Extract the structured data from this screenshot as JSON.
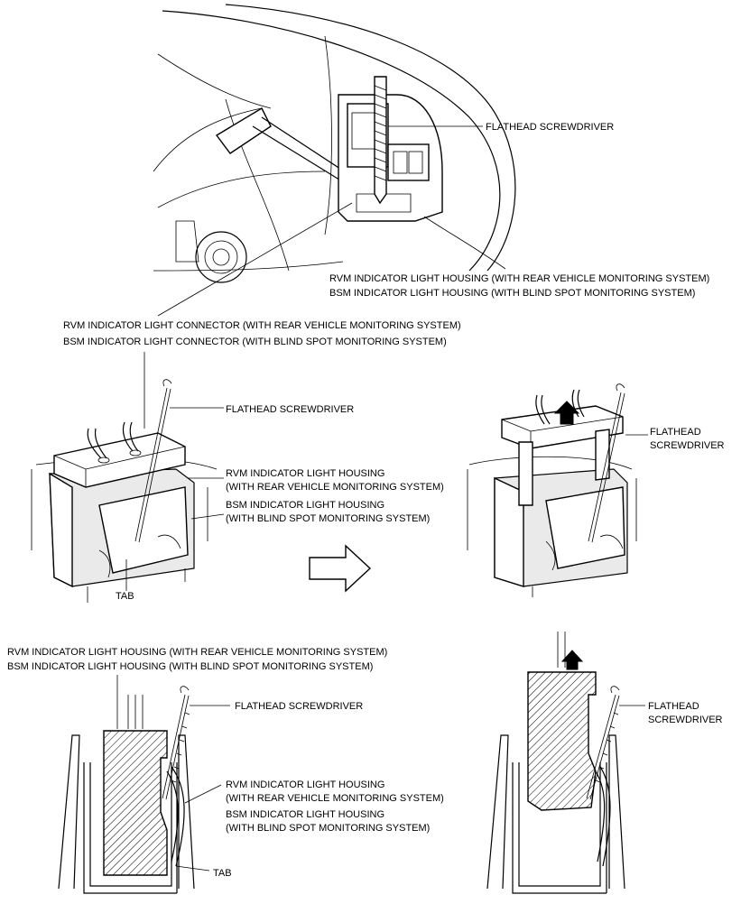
{
  "labels": {
    "top_screwdriver": "FLATHEAD SCREWDRIVER",
    "top_housing_rvm": "RVM INDICATOR LIGHT HOUSING (WITH REAR VEHICLE MONITORING SYSTEM)",
    "top_housing_bsm": "BSM INDICATOR LIGHT HOUSING (WITH BLIND SPOT MONITORING SYSTEM)",
    "connector_rvm": "RVM INDICATOR LIGHT CONNECTOR (WITH REAR VEHICLE MONITORING SYSTEM)",
    "connector_bsm": "BSM INDICATOR LIGHT CONNECTOR (WITH BLIND SPOT MONITORING SYSTEM)",
    "mid_screwdriver": "FLATHEAD SCREWDRIVER",
    "mid_housing_rvm_1": "RVM INDICATOR LIGHT HOUSING",
    "mid_housing_rvm_2": "(WITH REAR VEHICLE MONITORING SYSTEM)",
    "mid_housing_bsm_1": "BSM INDICATOR LIGHT HOUSING",
    "mid_housing_bsm_2": "(WITH BLIND SPOT MONITORING SYSTEM)",
    "mid_tab": "TAB",
    "mid_right_screwdriver_1": "FLATHEAD",
    "mid_right_screwdriver_2": "SCREWDRIVER",
    "bot_housing_rvm": "RVM INDICATOR LIGHT HOUSING (WITH REAR VEHICLE MONITORING SYSTEM)",
    "bot_housing_bsm": "BSM INDICATOR LIGHT HOUSING (WITH BLIND SPOT MONITORING SYSTEM)",
    "bot_screwdriver": "FLATHEAD SCREWDRIVER",
    "bot_housing2_rvm_1": "RVM INDICATOR LIGHT HOUSING",
    "bot_housing2_rvm_2": "(WITH REAR VEHICLE MONITORING SYSTEM)",
    "bot_housing2_bsm_1": "BSM INDICATOR LIGHT HOUSING",
    "bot_housing2_bsm_2": "(WITH BLIND SPOT MONITORING SYSTEM)",
    "bot_tab": "TAB",
    "bot_right_screwdriver_1": "FLATHEAD",
    "bot_right_screwdriver_2": "SCREWDRIVER"
  },
  "colors": {
    "line": "#000000",
    "background": "#ffffff",
    "shade": "#eaeaea"
  },
  "icons": {
    "step_arrow": "right-arrow-outline-icon",
    "pull_arrow": "up-arrow-filled-icon"
  }
}
